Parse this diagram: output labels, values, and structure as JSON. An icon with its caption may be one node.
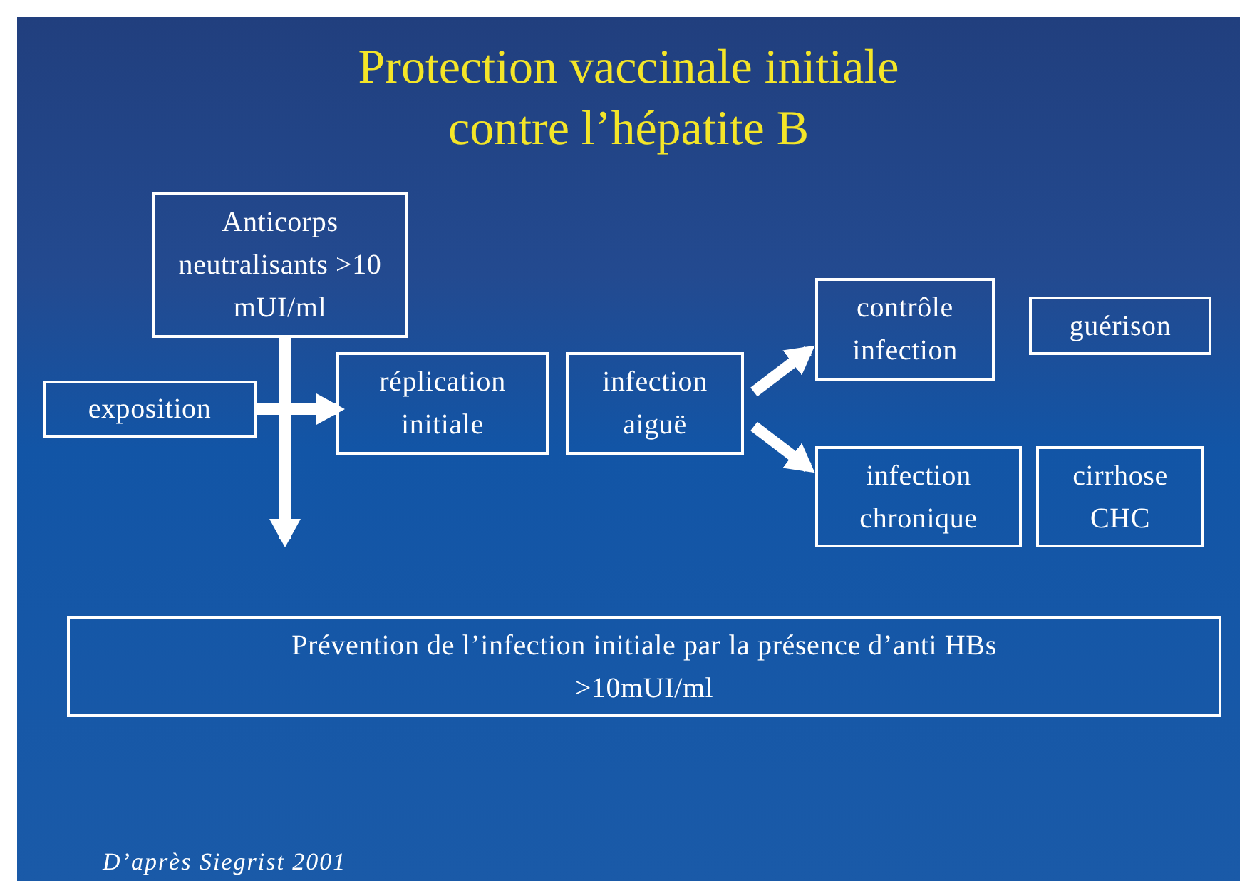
{
  "diagram": {
    "title": "Protection vaccinale initiale contre l’hépatite B",
    "nodes": [
      {
        "text": [
          "Anticorps neutralisants >10 mUI/ml"
        ]
      },
      {
        "text": [
          "exposition"
        ]
      },
      {
        "text": [
          "réplication initiale"
        ]
      },
      {
        "text": [
          "infection aiguë"
        ]
      },
      {
        "text": [
          "contrôle infection"
        ]
      },
      {
        "text": [
          "guérison"
        ]
      },
      {
        "text": [
          "infection chronique"
        ]
      },
      {
        "text": [
          "cirrhose CHC"
        ]
      },
      {
        "text": [
          "Prévention de l’infection initiale par la présence d’anti HBs >10mUI/ml"
        ]
      }
    ],
    "edges": [
      {
        "from": 0,
        "to": null,
        "arrow": "to"
      },
      {
        "from": 1,
        "to": 2,
        "arrow": "to"
      },
      {
        "from": 3,
        "to": 4,
        "arrow": "to"
      },
      {
        "from": 3,
        "to": 6,
        "arrow": "to"
      }
    ],
    "labels": [
      "D’après Siegrist 2001"
    ]
  }
}
